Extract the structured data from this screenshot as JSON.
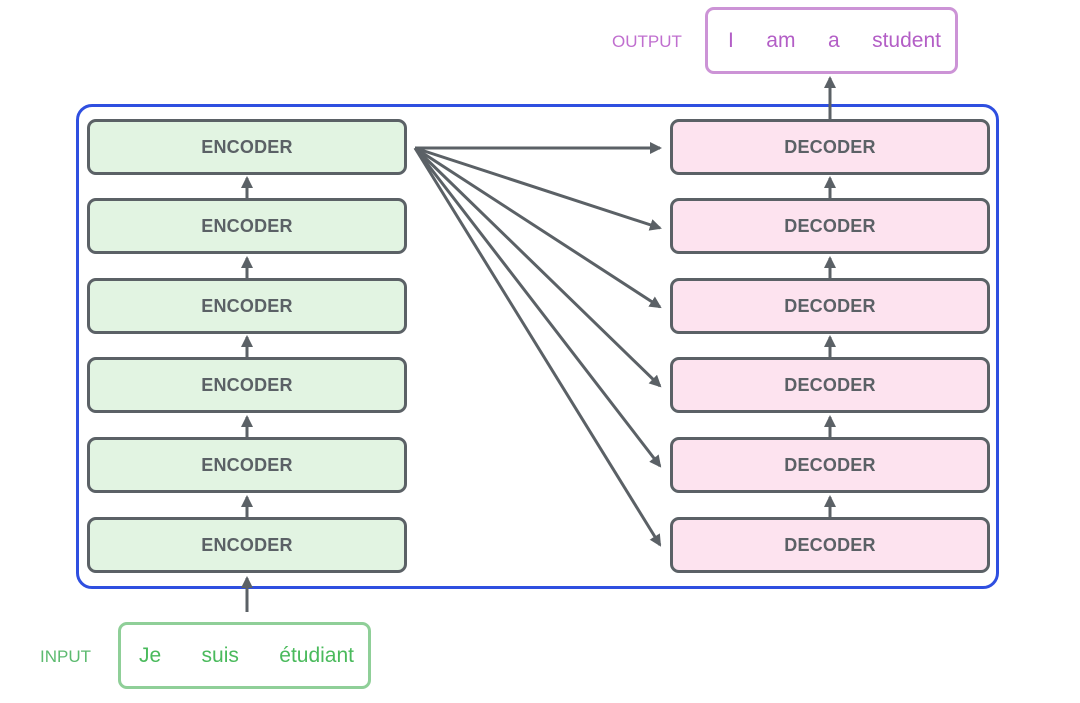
{
  "encoder_label": "ENCODER",
  "decoder_label": "DECODER",
  "input": {
    "label": "INPUT",
    "words": [
      "Je",
      "suis",
      "étudiant"
    ]
  },
  "output": {
    "label": "OUTPUT",
    "words": [
      "I",
      "am",
      "a",
      "student"
    ]
  },
  "colors": {
    "outer_border": "#2f4fe0",
    "encoder_fill": "#e2f4e2",
    "decoder_fill": "#fde3ef",
    "block_border": "#5b6166",
    "input_accent": "#5cba6f",
    "output_accent": "#c06fcf"
  }
}
